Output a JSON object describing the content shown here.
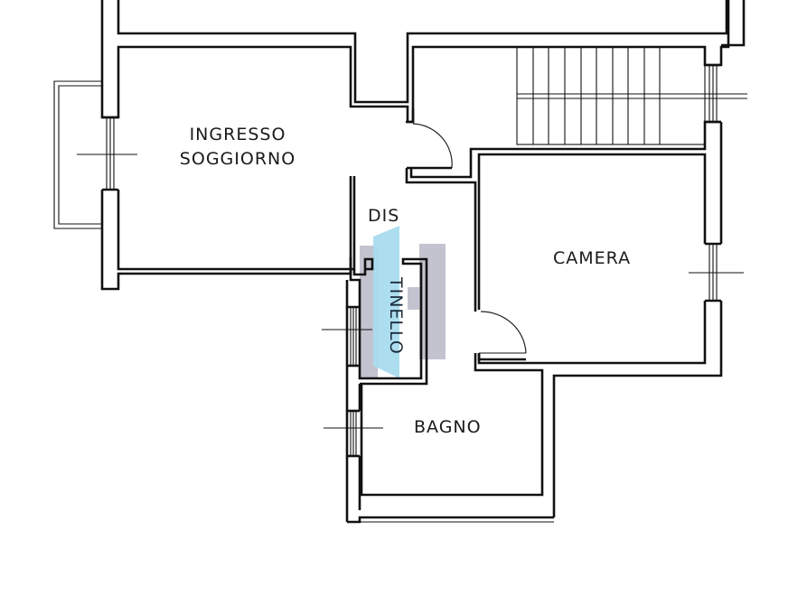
{
  "floorplan": {
    "rooms": [
      {
        "id": "ingresso",
        "line1": "INGRESSO",
        "line2": "SOGGIORNO"
      },
      {
        "id": "dis",
        "label": "DIS"
      },
      {
        "id": "tinello",
        "label": "TINELLO"
      },
      {
        "id": "camera",
        "label": "CAMERA"
      },
      {
        "id": "bagno",
        "label": "BAGNO"
      }
    ],
    "colors": {
      "wall": "#111111",
      "background": "#ffffff",
      "highlight_blue": "#a9dcef",
      "highlight_grey": "#b9b9c8"
    }
  }
}
